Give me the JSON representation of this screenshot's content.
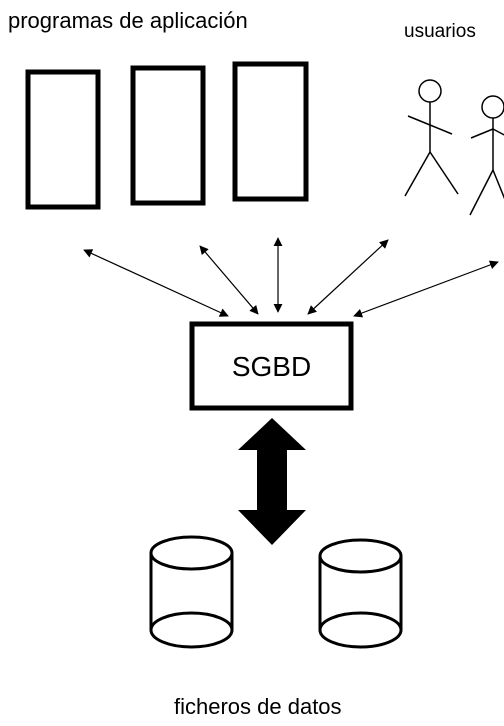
{
  "labels": {
    "programs": "programas de aplicación",
    "users": "usuarios",
    "files": "ficheros de datos"
  },
  "dbms": {
    "label": "SGBD"
  }
}
